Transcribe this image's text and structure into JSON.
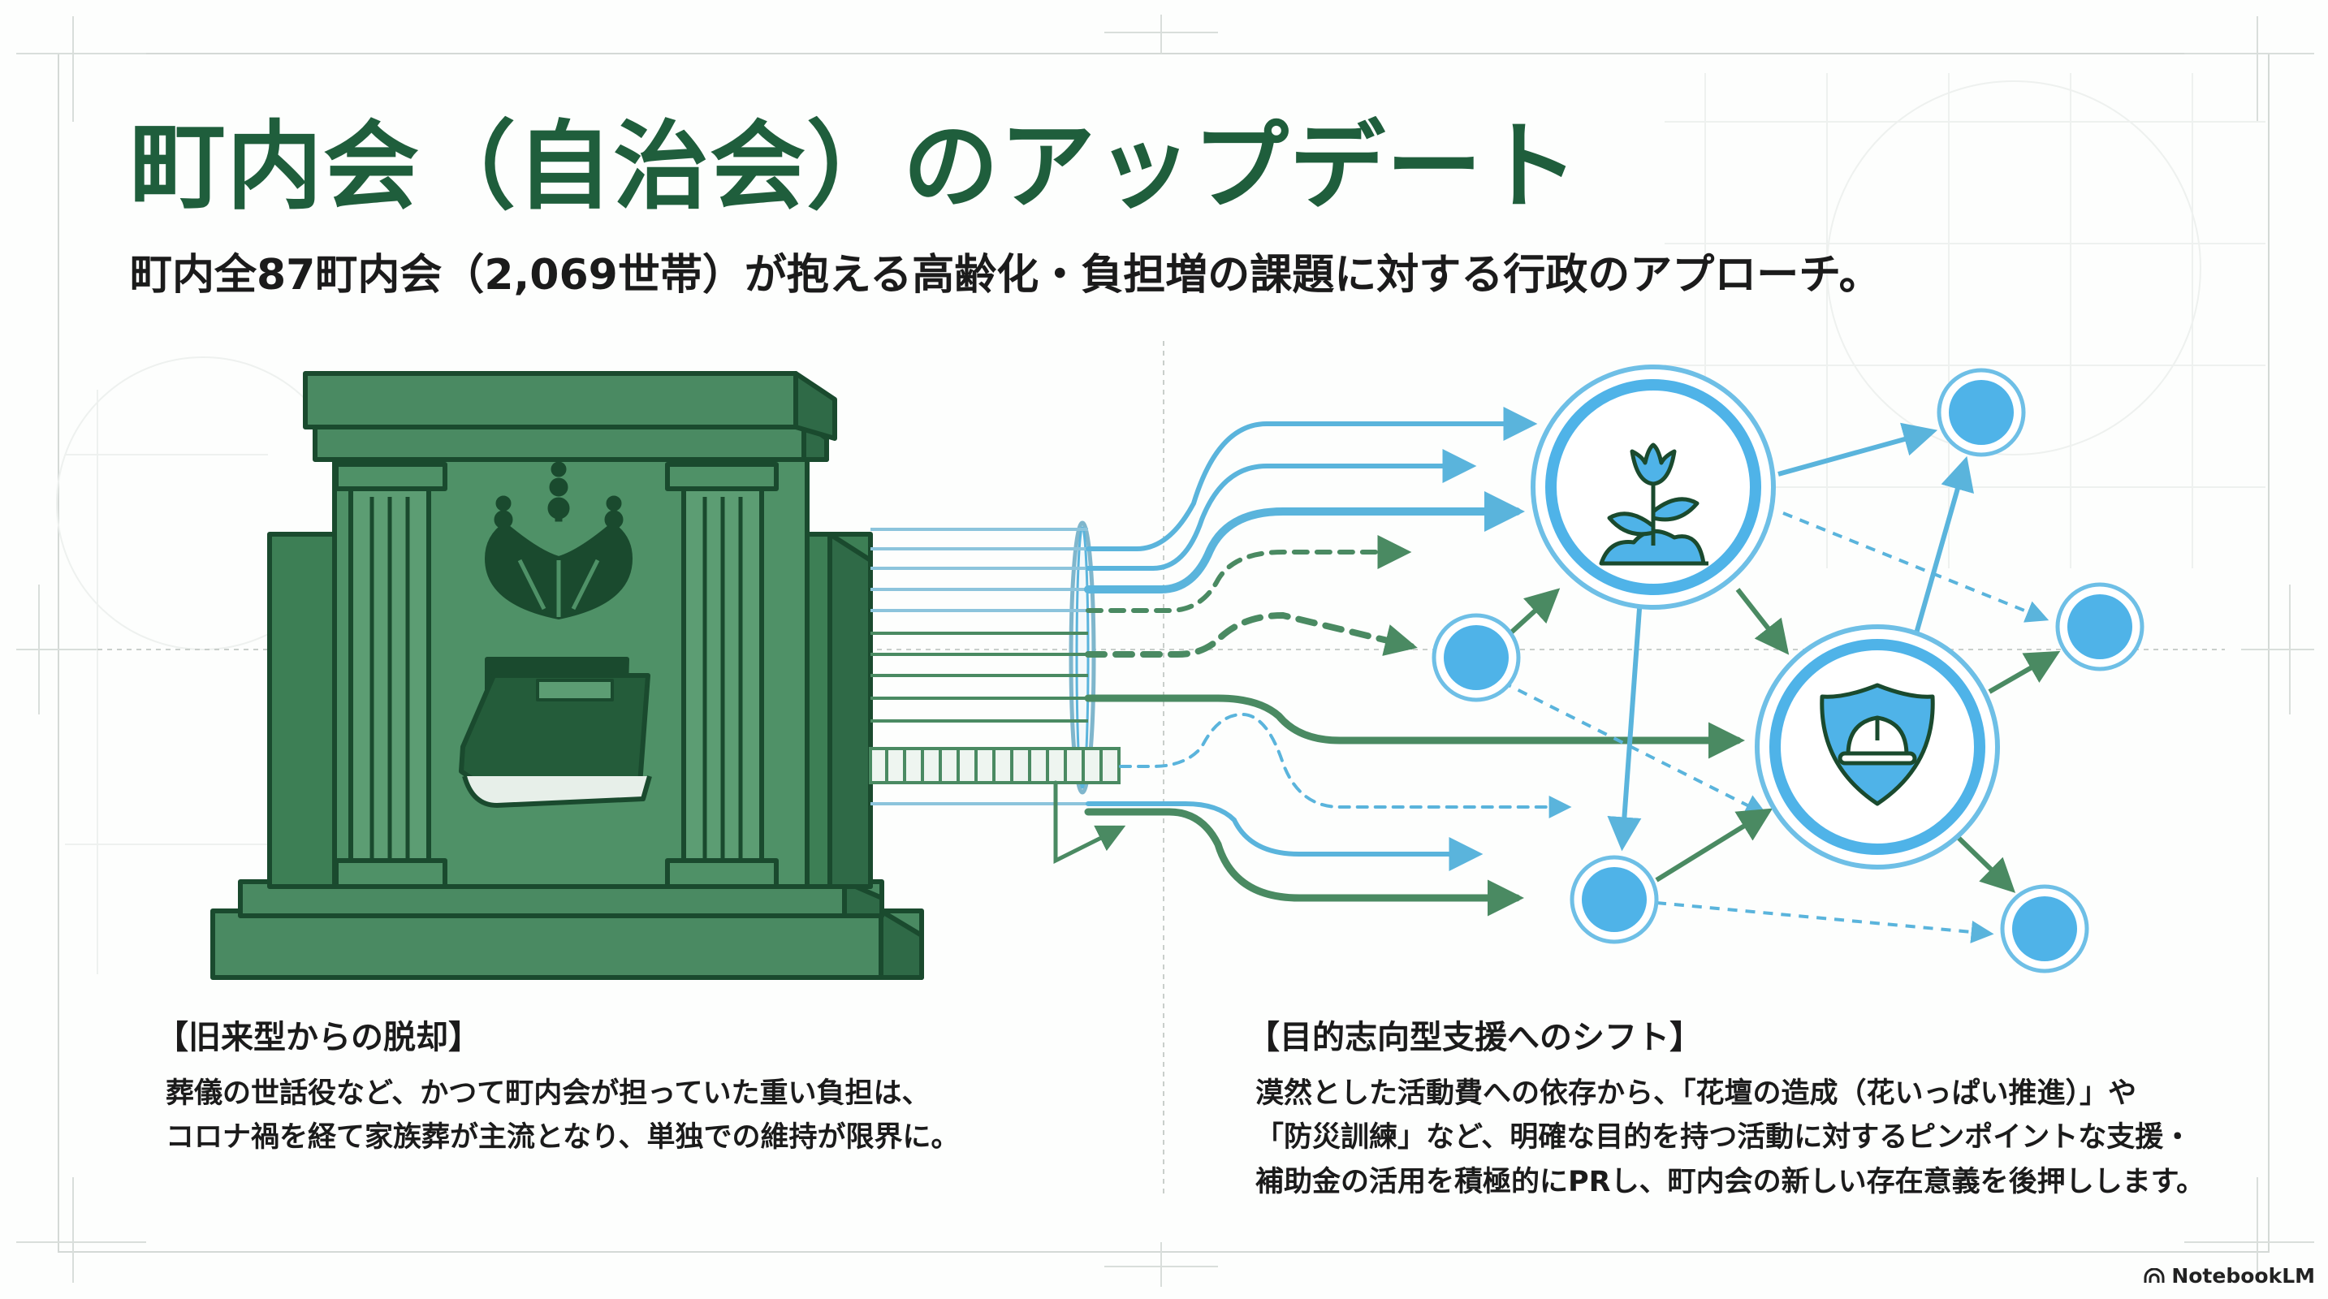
{
  "title": "町内会（自治会）のアップデート",
  "subtitle": "町内全87町内会（2,069世帯）が抱える高齢化・負担増の課題に対する行政のアプローチ。",
  "left_caption": {
    "heading": "【旧来型からの脱却】",
    "lines": [
      "葬儀の世話役など、かつて町内会が担っていた重い負担は、",
      "コロナ禍を経て家族葬が主流となり、単独での維持が限界に。"
    ]
  },
  "right_caption": {
    "heading": "【目的志向型支援へのシフト】",
    "lines": [
      "漠然とした活動費への依存から、「花壇の造成（花いっぱい推進）」や",
      "「防災訓練」など、明確な目的を持つ活動に対するピンポイントな支援・",
      "補助金の活用を積極的にPRし、町内会の新しい存在意義を後押しします。"
    ]
  },
  "brand": "NotebookLM",
  "icons": {
    "building": "government-building-icon",
    "emblem": "paulownia-crest-icon",
    "book": "book-icon",
    "flower": "flower-sprout-icon",
    "shield": "shield-helmet-icon",
    "logo": "notebooklm-logo-icon"
  },
  "colors": {
    "title_green": "#1f5e3c",
    "building_green": "#4a8a62",
    "building_dark": "#1a4a2e",
    "arrow_blue": "#5ab4dc",
    "arrow_green": "#4a8a62",
    "node_blue": "#4fb3e8"
  }
}
